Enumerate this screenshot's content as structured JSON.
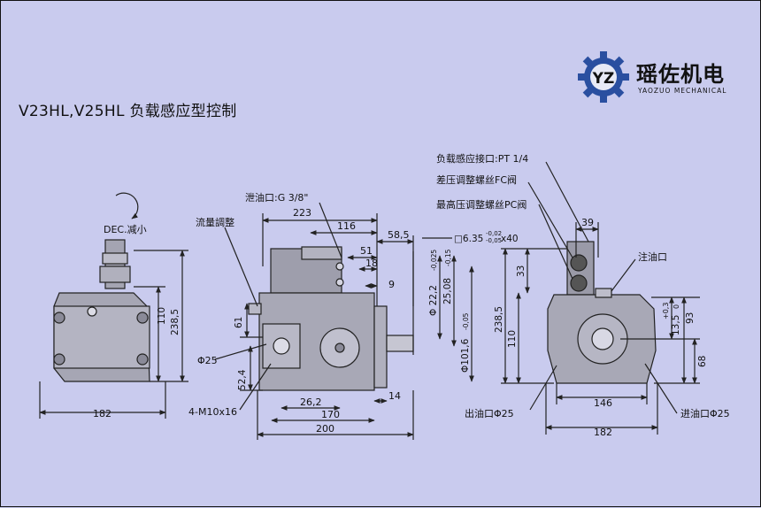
{
  "title": "V23HL,V25HL  负载感应型控制",
  "logo": {
    "name_cn": "瑶佐机电",
    "name_en": "YAOZUO MECHANICAL",
    "mark": "YZ",
    "colors": {
      "gear": "#2a4fa0",
      "mark": "#1f6fd0"
    }
  },
  "colors": {
    "background": "#c9cbee",
    "line": "#222222",
    "body": "#9a9aa8"
  },
  "left_view": {
    "dec_label": "DEC.减小",
    "dims": {
      "width": "182",
      "h1": "110",
      "h2": "238,5"
    }
  },
  "front_view": {
    "labels": {
      "drain": "泄油口:G 3/8\"",
      "flow": "流量調整",
      "bolts": "4-M10x16",
      "port_dia": "Φ25"
    },
    "dims": {
      "d223": "223",
      "d116": "116",
      "d51": "51",
      "d18": "18",
      "d9": "9",
      "d58": "58,5",
      "d61": "61",
      "d524": "52,4",
      "d262": "26,2",
      "d170": "170",
      "d200": "200",
      "d14": "14"
    },
    "shaft": {
      "shaft_dia": "Φ 22,2",
      "shaft_tol": "-0,025",
      "key_w": "25,08",
      "key_tol": "-0,15",
      "pilot": "Φ101,6",
      "pilot_tol": "-0,05",
      "key": "□6.35",
      "key_tol_up": "-0,02",
      "key_tol_lo": "-0,05",
      "key_len": "x40"
    }
  },
  "right_view": {
    "labels": {
      "sense": "负载感应接口:PT 1/4",
      "fc": "差压调整螺丝FC阀",
      "pc": "最高压调整螺丝PC阀",
      "fill": "注油口",
      "out": "出油口Φ25",
      "in": "进油口Φ25"
    },
    "dims": {
      "d39": "39",
      "d33": "33",
      "d110": "110",
      "d2385": "238,5",
      "d03": "+0,3",
      "d135": "13,5",
      "d0": "0",
      "d93": "93",
      "d68": "68",
      "d146": "146",
      "d182": "182"
    }
  }
}
